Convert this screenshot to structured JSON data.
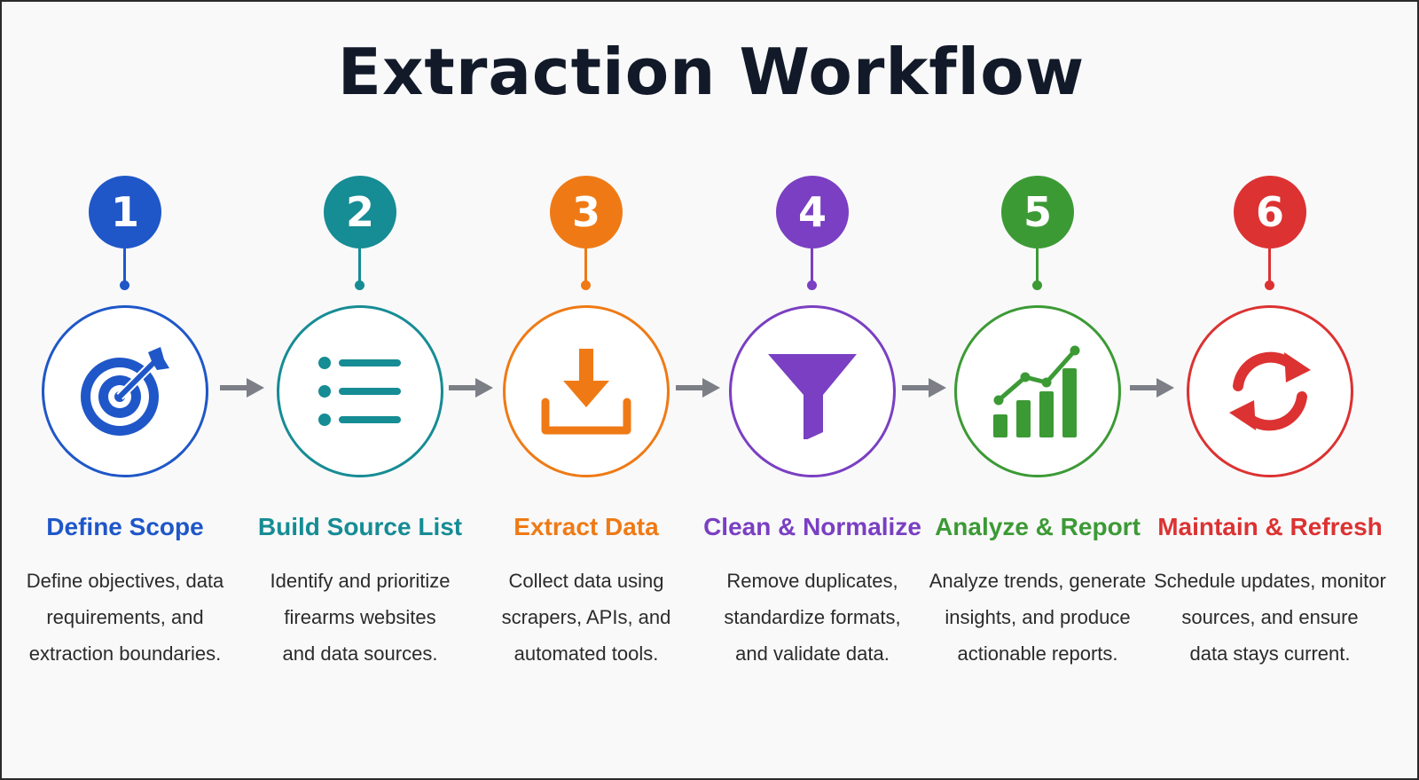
{
  "title": "Extraction Workflow",
  "steps": [
    {
      "number": "1",
      "label": "Define Scope",
      "lines": [
        "Define objectives, data",
        "requirements, and",
        "extraction boundaries."
      ],
      "color": "#1f57c8",
      "icon": "target-icon"
    },
    {
      "number": "2",
      "label": "Build Source List",
      "lines": [
        "Identify and prioritize",
        "firearms websites",
        "and data sources."
      ],
      "color": "#168c94",
      "icon": "list-icon"
    },
    {
      "number": "3",
      "label": "Extract Data",
      "lines": [
        "Collect data using",
        "scrapers, APIs, and",
        "automated tools."
      ],
      "color": "#ef7a15",
      "icon": "download-icon"
    },
    {
      "number": "4",
      "label": "Clean & Normalize",
      "lines": [
        "Remove duplicates,",
        "standardize formats,",
        "and validate data."
      ],
      "color": "#7a3fc2",
      "icon": "funnel-icon"
    },
    {
      "number": "5",
      "label": "Analyze & Report",
      "lines": [
        "Analyze trends, generate",
        "insights, and produce",
        "actionable reports."
      ],
      "color": "#3c9a35",
      "icon": "bar-chart-icon"
    },
    {
      "number": "6",
      "label": "Maintain & Refresh",
      "lines": [
        "Schedule updates, monitor",
        "sources, and ensure",
        "data stays current."
      ],
      "color": "#dc3232",
      "icon": "refresh-icon"
    }
  ],
  "arrow_color": "#7c7f86"
}
